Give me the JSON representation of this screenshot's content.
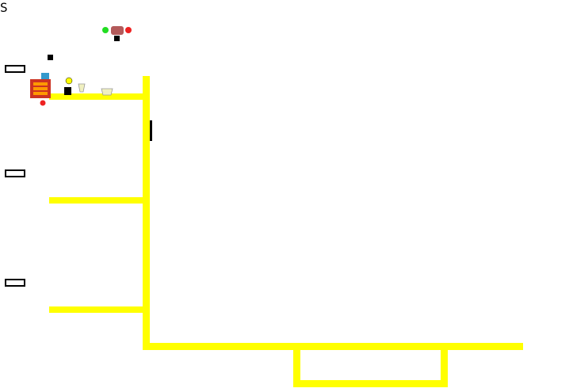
{
  "screen": {
    "background": "#ffffff",
    "pipe_color": "#ffff00",
    "status_on_color": "#22dd22",
    "status_off_color": "#ee2222",
    "valve_color": "#f0f0c0",
    "fan_body_color": "#00e5e5",
    "fan_motor_color": "#22dd22",
    "filter_color": "#cc44cc"
  },
  "units": [
    {
      "name": "unit-1",
      "label": "",
      "status": "running"
    },
    {
      "name": "unit-2",
      "label": "",
      "status": "running"
    },
    {
      "name": "unit-3",
      "label": "",
      "status": "running"
    }
  ],
  "main_fan": {
    "motor_icon": "fan-motor-icon",
    "status": "running"
  },
  "header_valves": [
    {
      "name": "valve-a",
      "status": "on"
    },
    {
      "name": "valve-b",
      "status": "on"
    },
    {
      "name": "valve-c",
      "status": "on"
    }
  ],
  "labels": {
    "header_sensor_text": "S"
  }
}
